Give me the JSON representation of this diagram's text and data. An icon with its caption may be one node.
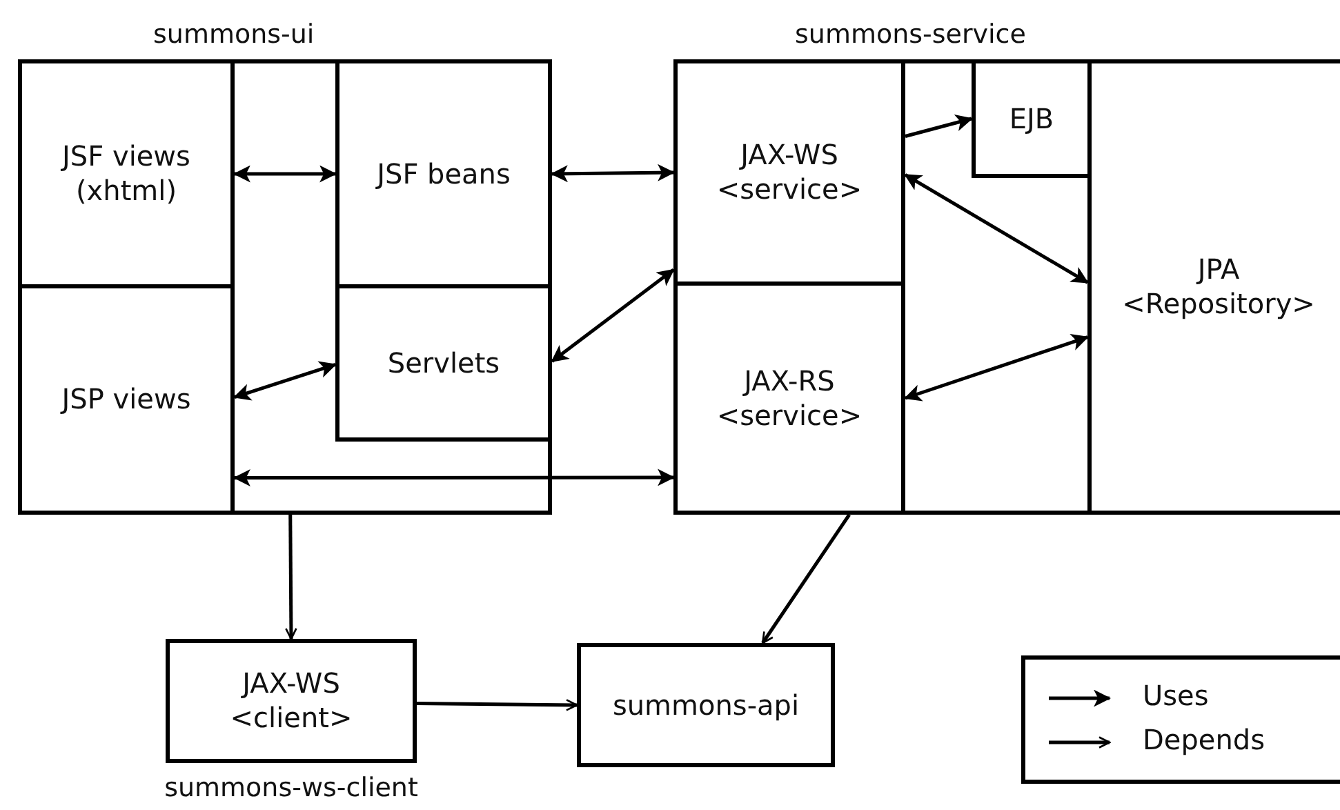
{
  "diagram": {
    "nodes": [
      {
        "text": [
          "summons-ui"
        ]
      },
      {
        "text": [
          "JSF views (xhtml)"
        ],
        "in": 0
      },
      {
        "text": [
          "JSP views"
        ],
        "in": 0
      },
      {
        "text": [
          "JSF beans"
        ],
        "in": 0
      },
      {
        "text": [
          "Servlets"
        ],
        "in": 0
      },
      {
        "text": [
          "summons-service"
        ]
      },
      {
        "text": [
          "JAX-WS <service>"
        ],
        "in": 5
      },
      {
        "text": [
          "JAX-RS <service>"
        ],
        "in": 5
      },
      {
        "text": [
          "EJB"
        ],
        "in": 5
      },
      {
        "text": [
          "JPA <Repository>"
        ],
        "in": 5
      },
      {
        "text": [
          "JAX-WS <client>"
        ],
        "beside": [
          "summons-ws-client"
        ]
      },
      {
        "text": [
          "summons-api"
        ]
      }
    ],
    "edges": [
      {
        "from": 1,
        "to": 3,
        "arrow": "both"
      },
      {
        "from": 2,
        "to": 4,
        "arrow": "both"
      },
      {
        "from": 3,
        "to": 6,
        "arrow": "both"
      },
      {
        "from": 4,
        "to": 6,
        "arrow": "both"
      },
      {
        "from": 2,
        "to": 7,
        "arrow": "both"
      },
      {
        "from": 6,
        "to": 8,
        "arrow": "to"
      },
      {
        "from": 6,
        "to": 9,
        "arrow": "both"
      },
      {
        "from": 7,
        "to": 9,
        "arrow": "both"
      },
      {
        "from": 0,
        "to": 10,
        "arrow": "to"
      },
      {
        "from": 5,
        "to": 11,
        "arrow": "to"
      },
      {
        "from": 10,
        "to": 11,
        "arrow": "to"
      }
    ],
    "legend": [
      {
        "text": "Uses"
      },
      {
        "text": "Depends"
      }
    ]
  }
}
